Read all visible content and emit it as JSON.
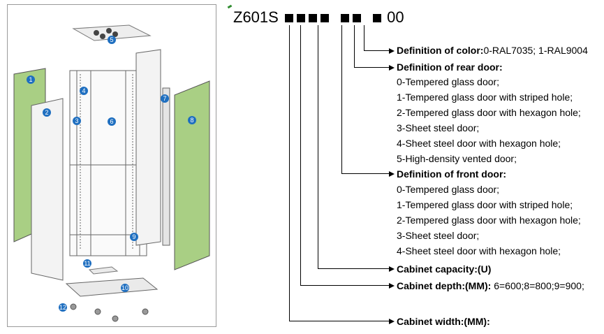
{
  "code": {
    "prefix": "Z601S",
    "suffix": "00"
  },
  "definitions": [
    {
      "label": "Definition of color:",
      "value": "0-RAL7035; 1-RAL9004"
    },
    {
      "label": "Definition of rear door:",
      "value": "",
      "options": [
        "0-Tempered glass door;",
        "1-Tempered glass door with striped hole;",
        "2-Tempered glass door with hexagon hole;",
        "3-Sheet steel door;",
        "4-Sheet steel door with hexagon hole;",
        "5-High-density vented door;"
      ]
    },
    {
      "label": "Definition of front door:",
      "value": "",
      "options": [
        "0-Tempered glass door;",
        "1-Tempered glass door with striped hole;",
        "2-Tempered glass door with hexagon hole;",
        "3-Sheet steel door;",
        "4-Sheet steel door with hexagon hole;"
      ]
    },
    {
      "label": "Cabinet capacity:(U)",
      "value": ""
    },
    {
      "label": "Cabinet depth:(MM):",
      "value": "6=600;8=800;9=900;"
    },
    {
      "label": "Cabinet width:(MM):",
      "value": ""
    }
  ],
  "parts": [
    "1",
    "2",
    "3",
    "4",
    "5",
    "6",
    "7",
    "8",
    "9",
    "10",
    "11",
    "12"
  ],
  "colors": {
    "panel_green": "#a9cf84",
    "badge_blue": "#1f6fc0",
    "frame_gray": "#d9d9d9"
  }
}
